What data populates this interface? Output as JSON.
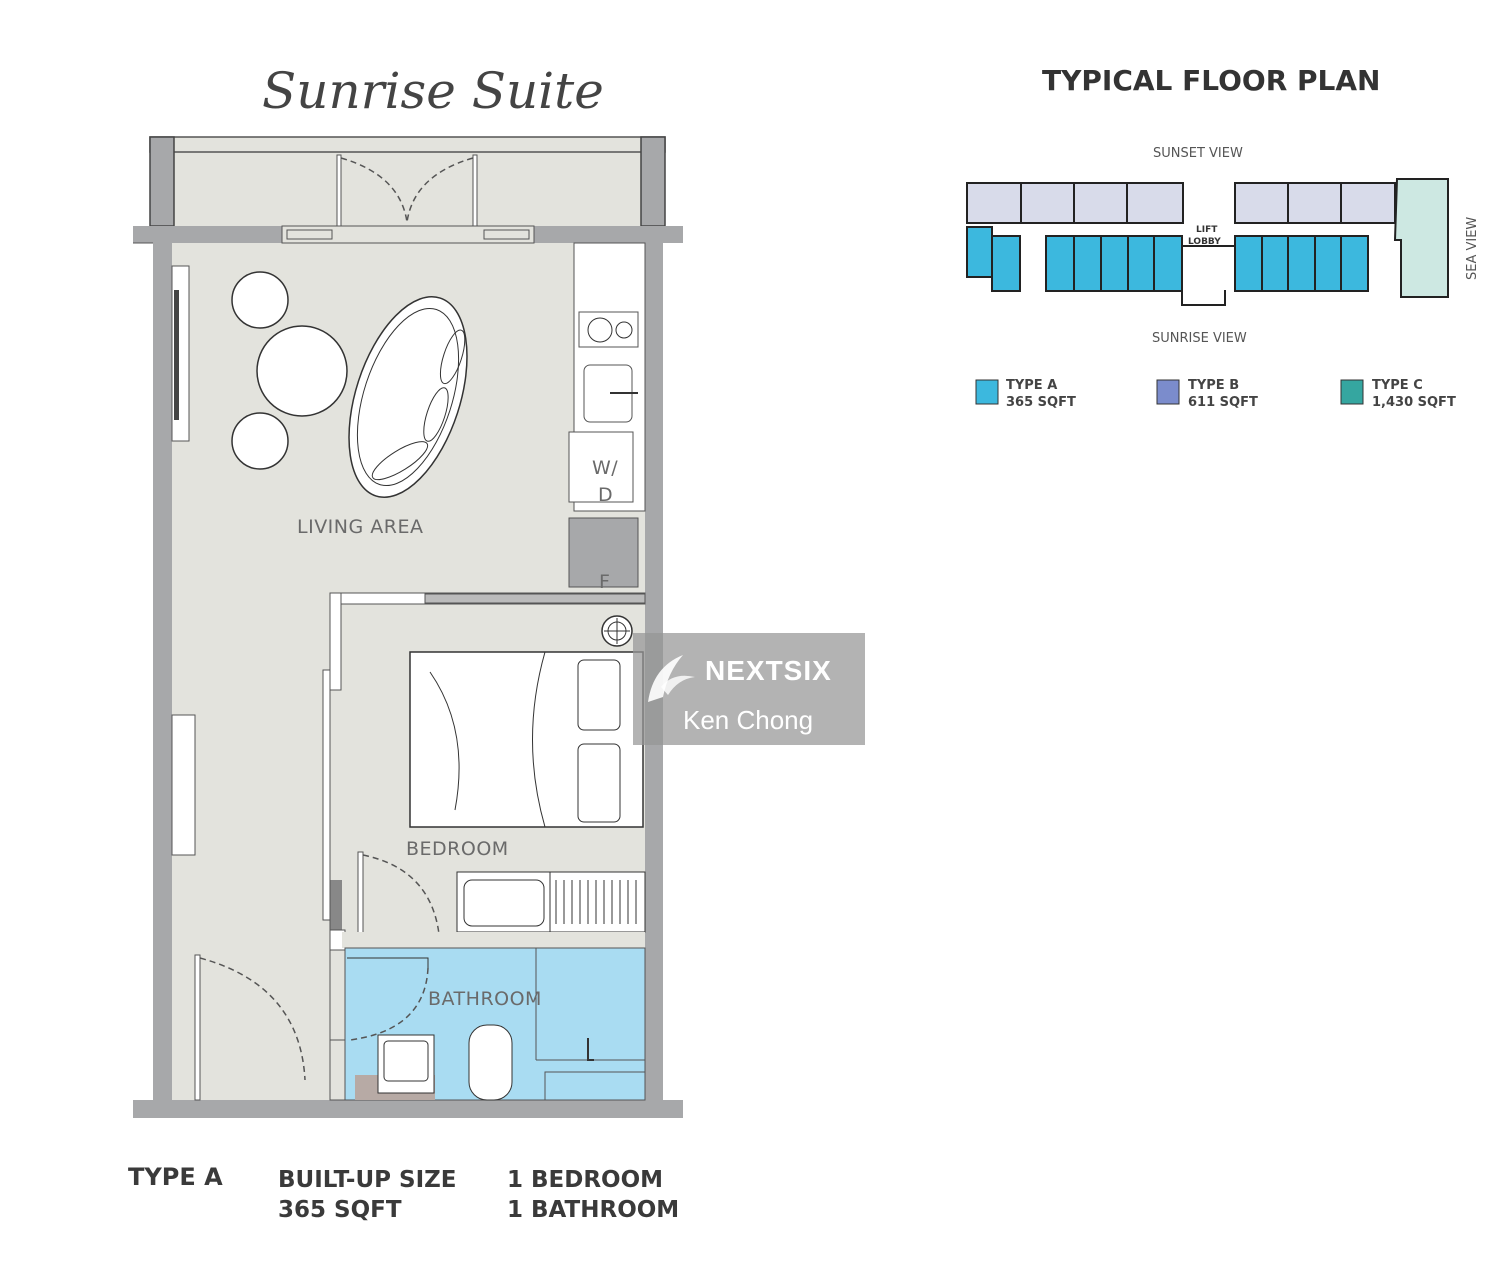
{
  "unit_plan": {
    "title": "Sunrise Suite",
    "rooms": {
      "living": "LIVING AREA",
      "bedroom": "BEDROOM",
      "bathroom": "BATHROOM",
      "washer_dryer_top": "W/",
      "washer_dryer_bottom": "D",
      "fridge": "F"
    },
    "specs": {
      "type": "TYPE A",
      "size_label": "BUILT-UP SIZE",
      "size_value": "365 SQFT",
      "bedrooms": "1 BEDROOM",
      "bathrooms": "1 BATHROOM"
    },
    "colors": {
      "wall": "#a7a8aa",
      "floor": "#e3e3dd",
      "bathroom": "#a9dcf2"
    }
  },
  "floor_plan": {
    "title": "TYPICAL FLOOR PLAN",
    "sunset_view": "SUNSET VIEW",
    "sunrise_view": "SUNRISE VIEW",
    "sea_view": "SEA VIEW",
    "lift_lobby_1": "LIFT",
    "lift_lobby_2": "LOBBY",
    "legend": [
      {
        "type": "TYPE A",
        "size": "365 SQFT",
        "color": "#3cb8de"
      },
      {
        "type": "TYPE B",
        "size": "611 SQFT",
        "color": "#7b8ccc"
      },
      {
        "type": "TYPE C",
        "size": "1,430 SQFT",
        "color": "#35a6a0"
      }
    ]
  },
  "watermark": {
    "brand": "NEXTSIX",
    "name": "Ken Chong"
  }
}
